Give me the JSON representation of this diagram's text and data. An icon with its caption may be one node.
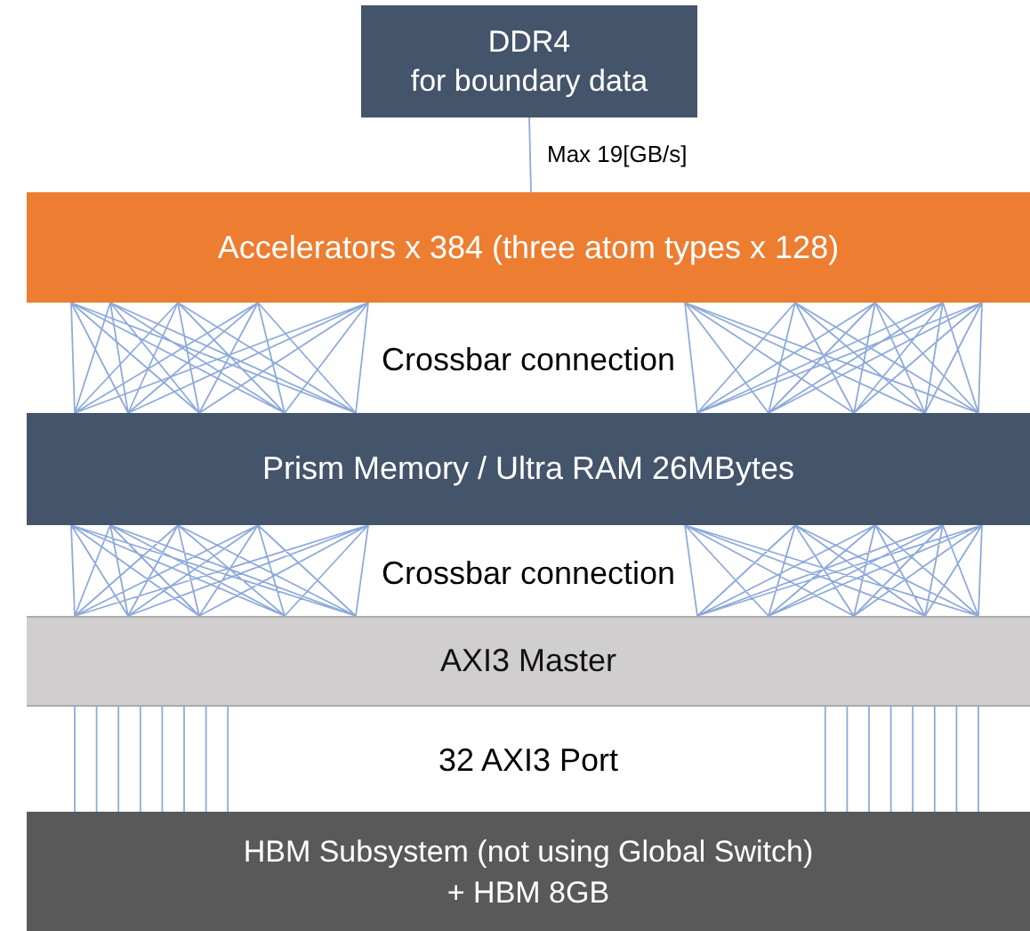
{
  "diagram": {
    "nodes": [
      {
        "text": [
          "DDR4",
          "for boundary data"
        ]
      },
      {
        "text": [
          "Accelerators x 384 (three atom types x 128)"
        ]
      },
      {
        "text": [
          "Prism Memory / Ultra RAM 26MBytes"
        ]
      },
      {
        "text": [
          "AXI3 Master"
        ]
      },
      {
        "text": [
          "HBM Subsystem (not using Global Switch)",
          "+ HBM 8GB"
        ]
      }
    ],
    "edges": [
      {
        "from": 0,
        "to": 1,
        "arrow": "none",
        "label": "Max 19[GB/s]"
      },
      {
        "from": 1,
        "to": 2,
        "arrow": "none",
        "label": "Crossbar connection"
      },
      {
        "from": 2,
        "to": 3,
        "arrow": "none",
        "label": "Crossbar connection"
      },
      {
        "from": 3,
        "to": 4,
        "arrow": "none"
      }
    ],
    "labels": [
      "32 AXI3 Port"
    ]
  }
}
